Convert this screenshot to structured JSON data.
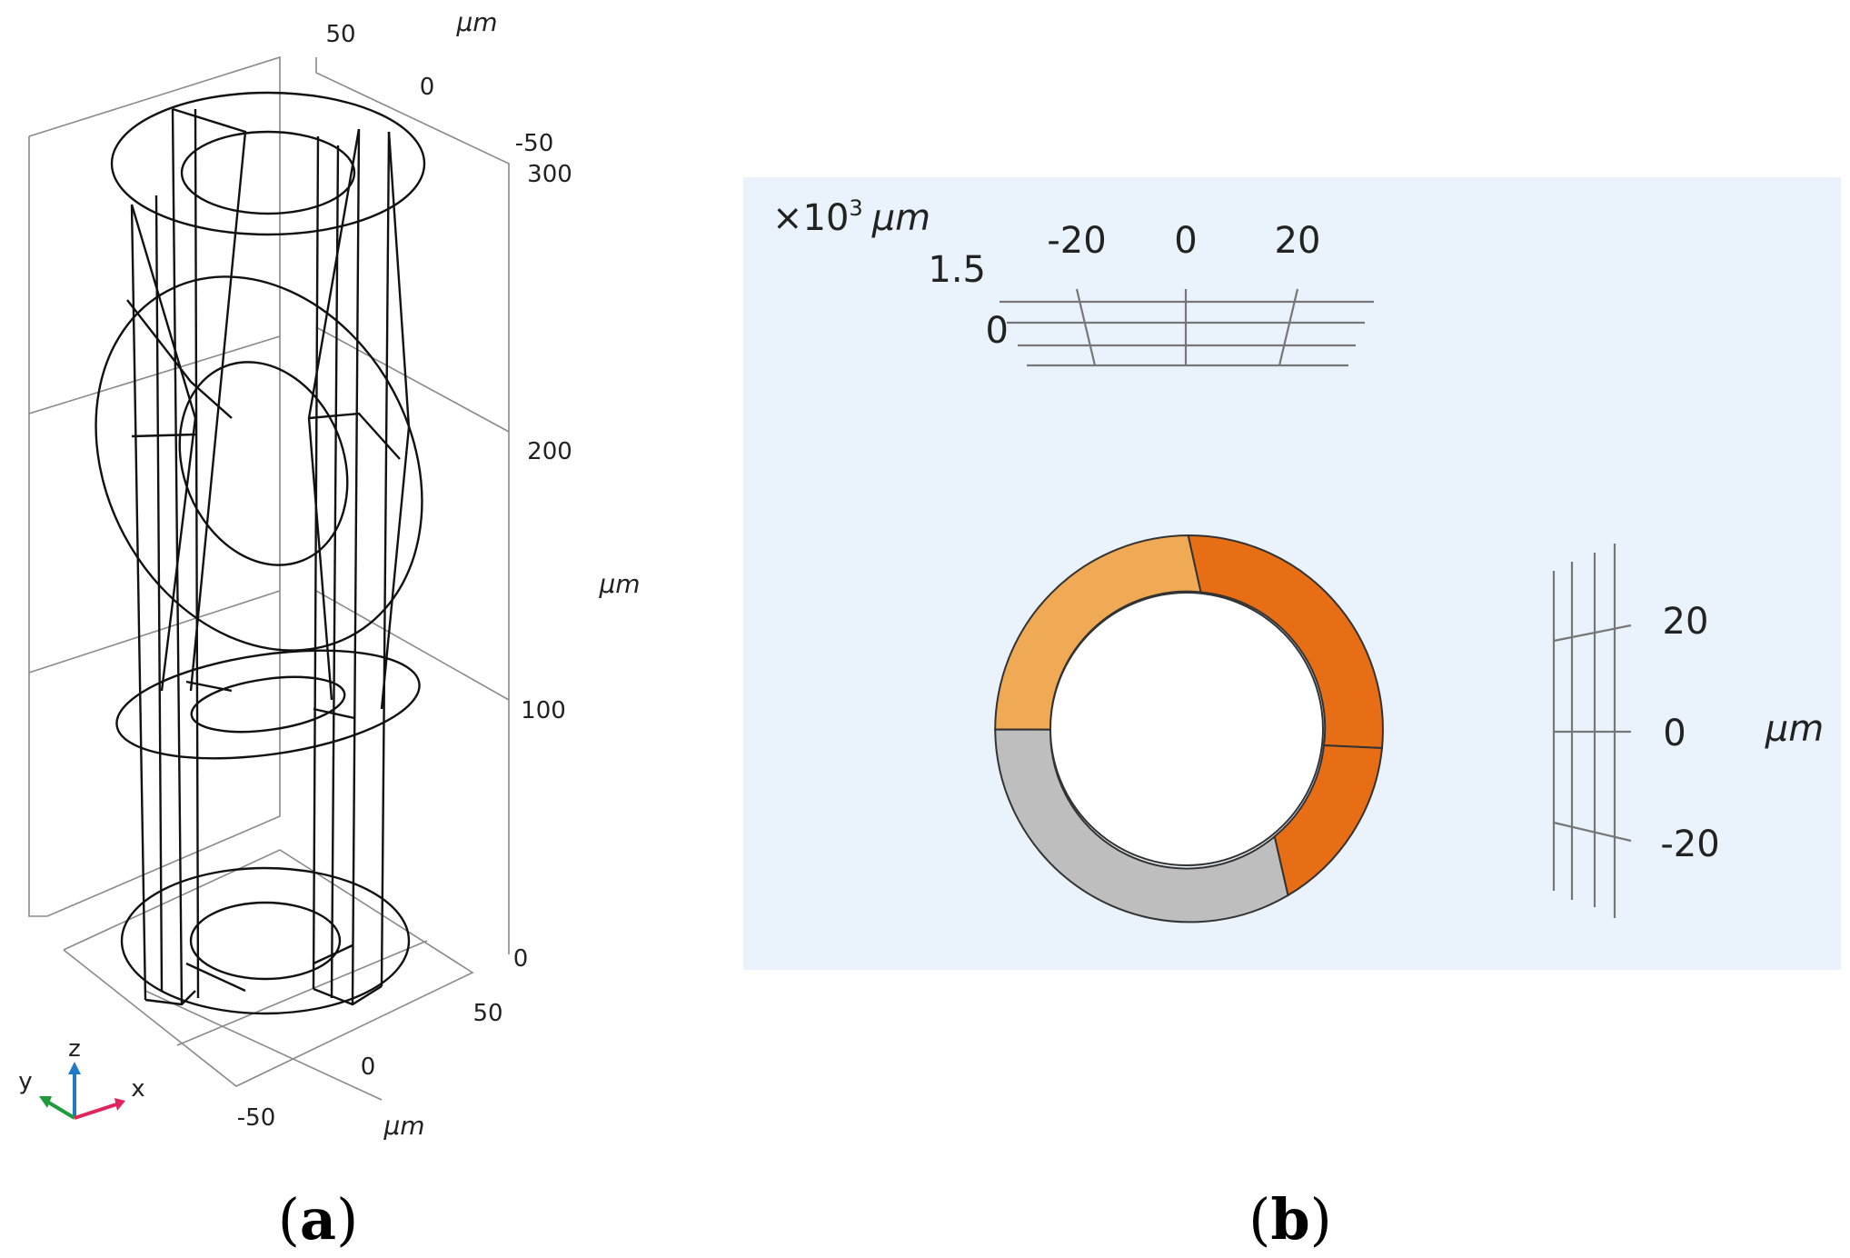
{
  "panel_a": {
    "caption_open": "(",
    "caption_letter": "a",
    "caption_close": ")",
    "y_ticks": [
      "50",
      "0",
      "-50"
    ],
    "y_unit": "μm",
    "z_ticks": [
      "300",
      "200",
      "100",
      "0"
    ],
    "z_unit": "μm",
    "x_ticks": [
      "50",
      "0",
      "-50"
    ],
    "x_unit": "μm",
    "triad": {
      "z": "z",
      "y": "y",
      "x": "x"
    },
    "colors": {
      "triad_z": "#1f78c8",
      "triad_y": "#1f9a3a",
      "triad_x": "#e0245e"
    }
  },
  "panel_b": {
    "caption_open": "(",
    "caption_letter": "b",
    "caption_close": ")",
    "scale_prefix": "×10",
    "scale_exp": "3",
    "scale_unit": "μm",
    "top_ticks": [
      "-20",
      "0",
      "20"
    ],
    "left_ticks": [
      "1.5",
      "0"
    ],
    "right_ticks": [
      "20",
      "0",
      "-20"
    ],
    "right_unit": "μm",
    "colors": {
      "background": "#eaf3fc",
      "segment_light_orange": "#f0aa55",
      "segment_dark_orange": "#e86e15",
      "segment_gray": "#bebebe"
    }
  }
}
